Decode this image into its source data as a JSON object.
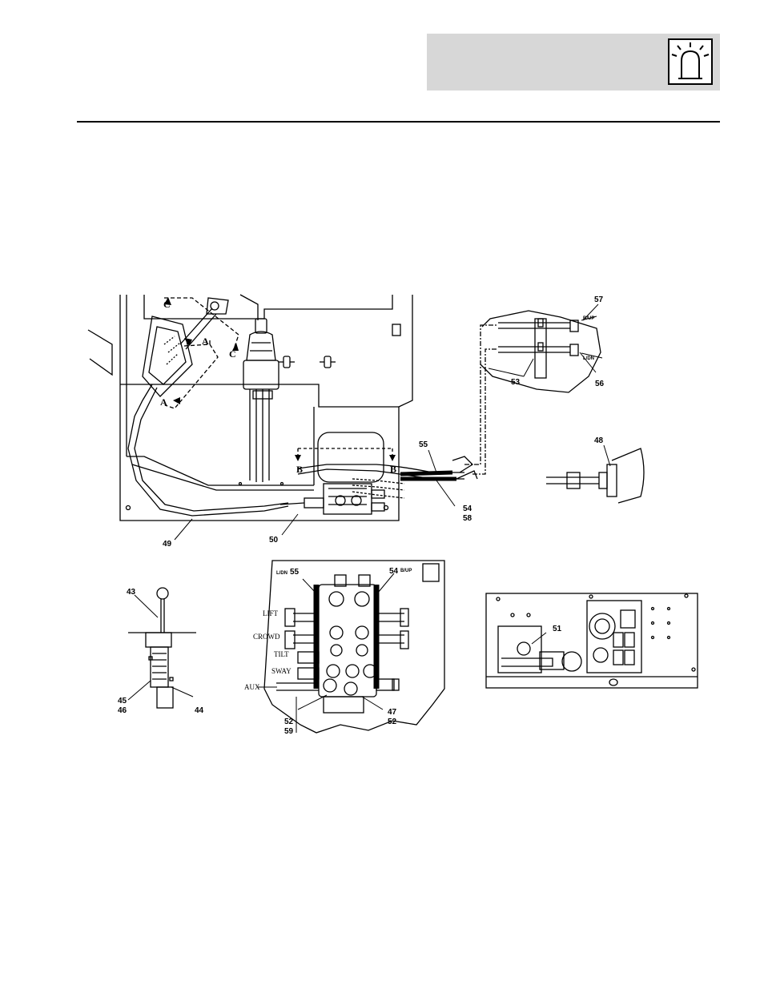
{
  "header": {
    "icon": "warning-beacon-icon"
  },
  "callouts": {
    "c43": "43",
    "c44": "44",
    "c45": "45",
    "c46": "46",
    "c47": "47",
    "c48": "48",
    "c49": "49",
    "c50": "50",
    "c51": "51",
    "c52a": "52",
    "c52b": "52",
    "c53": "53",
    "c54a": "54",
    "c54b": "54",
    "c55a": "55",
    "c55b": "55",
    "c56": "56",
    "c57": "57",
    "c58": "58",
    "c59": "59"
  },
  "port_labels": {
    "bup_top": "B/UP",
    "ldn_top": "L/DN",
    "ldn_valve": "L/DN",
    "bup_valve": "B/UP"
  },
  "valve_section_labels": [
    "LIFT",
    "CROWD",
    "TILT",
    "SWAY",
    "AUX"
  ],
  "view_markers": {
    "a1": "A",
    "a2": "A",
    "b1": "B",
    "b2": "B",
    "c1": "C",
    "c2": "C"
  }
}
